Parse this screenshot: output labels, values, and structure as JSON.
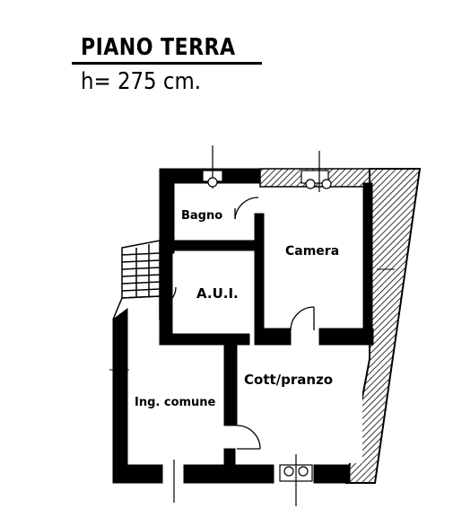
{
  "header": {
    "title": "PIANO TERRA",
    "height": "h= 275 cm."
  },
  "rooms": {
    "bathroom": "Bagno",
    "bedroom": "Camera",
    "storage": "A.U.I.",
    "entrance": "Ing. comune",
    "kitchen": "Cott/pranzo"
  }
}
